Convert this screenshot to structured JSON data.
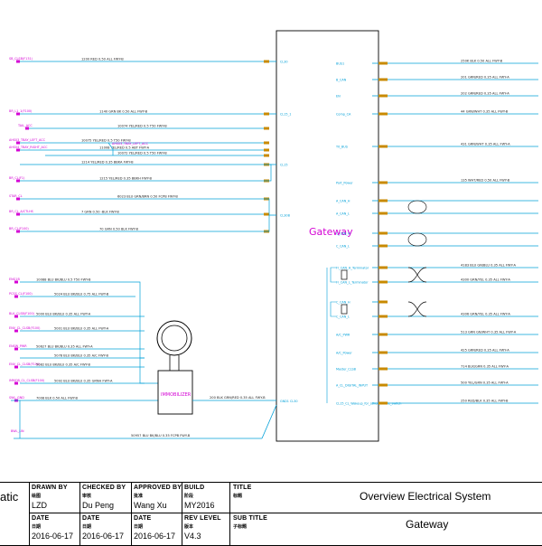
{
  "diagram": {
    "gateway_label": "Gateway",
    "immobilizer_label": "IMMOBILIZER",
    "left_wires": [
      {
        "conn": "SB_CLSB(F131)",
        "label": "1200 RED 0.50 ALL FWY-B"
      },
      {
        "conn": "BR_L1_1(F100)",
        "label": "1140 GRN BK 0.50 ALL FWY-B"
      },
      {
        "conn": "TAIL_ACC",
        "label": "10074 YEL/RED 0.5 T50 FWY-B"
      },
      {
        "conn": "AHS03_TBAY_LEFT_ACC",
        "label": "10075 YEL/RED 0.5 T50 FWY-B"
      },
      {
        "conn": "AHS04_TBAY_RIGHT_ACC",
        "label": "11008 YEL/RED 0.5 ABT FWY-A"
      },
      {
        "conn": "",
        "label": "10072 YEL/RED 0.5 T50 FWY-B"
      },
      {
        "conn": "",
        "label": "1214 YEL/RED 0.35 BBKA FWY-B"
      },
      {
        "conn": "BR_CL(F1)",
        "label": "1215 YEL/RED 0.35 BBKH FWY-B"
      },
      {
        "conn": "STAR_CL",
        "label": "6023 BLU GRN/BRN 0.50 FCPB FWY-B"
      },
      {
        "conn": "BR_CL_A/CTLHS",
        "label": "7 GRN 0.50 -BLK FWY-B"
      },
      {
        "conn": "BR_CL(F100)",
        "label": "70 GRN 0.50 BLK FWY-B"
      }
    ],
    "left_pins": [
      "CL30",
      "CL15_1",
      "CL15",
      "CL30B"
    ],
    "lower_wires": [
      {
        "conn": "ENG1B",
        "label": "10088 BLU BK/BLU 0.5 T50 FWY-B"
      },
      {
        "conn": "PCSS_CL(F100)",
        "label": "5024 BLU BK/BLU 0.75 ALL FWY-B"
      },
      {
        "conn": "BLK_CLSB(F100)",
        "label": "5000 BLU BK/BLU 0.35 ALL FWY-A"
      },
      {
        "conn": "ENV_CL_CLSB(F100)",
        "label": "5001 BLU BK/BLU 0.35 ALL FWY-A"
      },
      {
        "conn": "ENSW_PWR",
        "label": "50627 BLU BK/BLU 0.35 ALL FWY-A"
      },
      {
        "conn": "",
        "label": "5078 BLU BK/BLU 0.35 A/C FWY-B"
      },
      {
        "conn": "ENV_CL_CLSB(F100)",
        "label": "5082 BLU BK/BLU 0.35 A/C FWY-B"
      },
      {
        "conn": "IMMOB_CL_CLSB(F100)",
        "label": "5092 BLU BK/BLU 0.35 GRNH FWY-A"
      },
      {
        "conn": "SWL_GND",
        "label": "7008 BLK 0.50 ALL FWY-B"
      },
      {
        "conn": "BWL_LIN",
        "label": "50957 BLU BK/BLU 0.35 FCPB FWY-B"
      }
    ],
    "right_pins": [
      "BUS1",
      "B_CAN",
      "EN",
      "Comp_CA",
      "T0_BUS",
      "Port_Power",
      "A_CAN_H",
      "A_CAN_L",
      "C_CAN_H",
      "C_CAN_L",
      "Fr_CAN_H_Terminator",
      "Fr_CAN_L_Terminator",
      "C_CAN_H",
      "C_CAN_L",
      "A/C_PWR",
      "A/C_Power",
      "Master_CLSB",
      "A_CL_DIGITAL_INPUT",
      "CL15_CL_Wakeup_for_other_enable_switch"
    ],
    "right_wires": [
      "250K BLK 0.50 ALL FWY-B",
      "201 GRN/RED 0.35 ALL FWY-A",
      "202 GRN/RED 0.35 ALL FWY-A",
      "44 GRN/WHT 0.35 ALL FWY-B",
      "431 GRN/WHT 0.35 ALL FWY-A",
      "135 WHT/RED 0.50 ALL FWY-B",
      "4183 BLU GN/BLU 0.35 ALL FWY-A",
      "4300 GRN/YEL 0.35 ALL FWY-A",
      "4306 GRN/YEL 0.35 ALL FWY-A",
      "513 GRN GN/WHT 0.35 ALL FWY-A",
      "425 GRN/RED 0.35 ALL FWY-A",
      "714 BLK/GRN 0.35 ALL FWY-A",
      "500 YEL/GRN 0.35 ALL FWY-A",
      "250 RED/BLK 0.35 ALL FWY-B"
    ],
    "bottom_pin": "GND1 CL30",
    "bottom_wire": "200 BLK GRN/RED 0.35 ALL FWY-B"
  },
  "title_block": {
    "left_cut_text": "atic",
    "drawn_by": {
      "header": "DRAWN BY",
      "cn": "绘图",
      "value": "LZD"
    },
    "checked_by": {
      "header": "CHECKED BY",
      "cn": "审核",
      "value": "Du Peng"
    },
    "approved_by": {
      "header": "APPROVED BY",
      "cn": "批准",
      "value": "Wang Xu"
    },
    "build": {
      "header": "BUILD",
      "cn": "阶段",
      "value": "MY2016"
    },
    "title": {
      "header": "TITLE",
      "cn": "标题",
      "value": "Overview Electrical System"
    },
    "date1": {
      "header": "DATE",
      "cn": "日期",
      "value": "2016-06-17"
    },
    "date2": {
      "header": "DATE",
      "cn": "日期",
      "value": "2016-06-17"
    },
    "date3": {
      "header": "DATE",
      "cn": "日期",
      "value": "2016-06-17"
    },
    "rev_level": {
      "header": "REV LEVEL",
      "cn": "版本",
      "value": "V4.3"
    },
    "sub_title": {
      "header": "SUB TITLE",
      "cn": "子标题",
      "value": "Gateway"
    }
  },
  "colors": {
    "wire": "#00a0d8",
    "connector": "#c88a00",
    "magenta": "#d400d4",
    "green": "#1aa31a",
    "red": "#e0203a"
  }
}
